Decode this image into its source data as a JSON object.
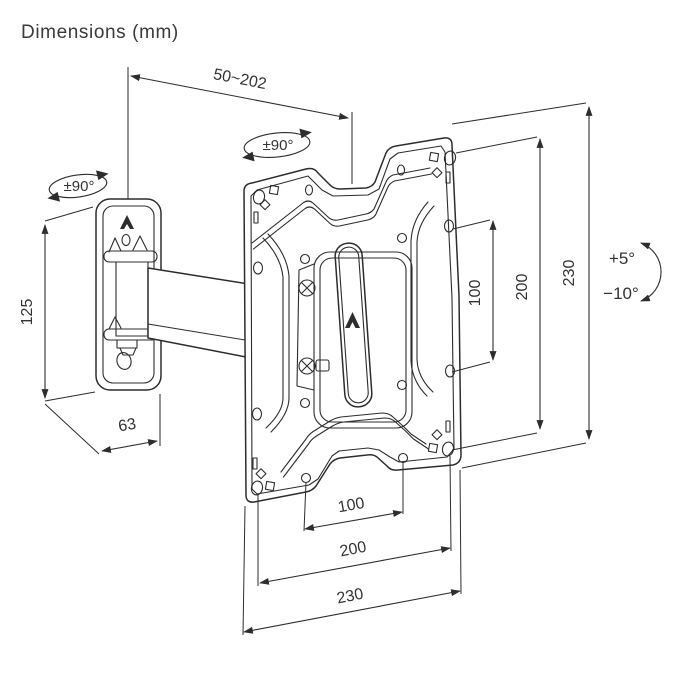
{
  "title": "Dimensions (mm)",
  "angles": {
    "wall_swivel": "±90°",
    "plate_swivel": "±90°",
    "tilt_up": "+5°",
    "tilt_down": "−10°"
  },
  "dimensions": {
    "arm_extension": "50~202",
    "wall_plate_height": "125",
    "wall_plate_width": "63",
    "vesa_vertical_inner": "100",
    "vesa_vertical_middle": "200",
    "plate_height": "230",
    "vesa_horizontal_inner": "100",
    "vesa_horizontal_middle": "200",
    "plate_width": "230"
  },
  "colors": {
    "line": "#2d2d2d",
    "text": "#3a3a3a",
    "background": "#ffffff"
  }
}
